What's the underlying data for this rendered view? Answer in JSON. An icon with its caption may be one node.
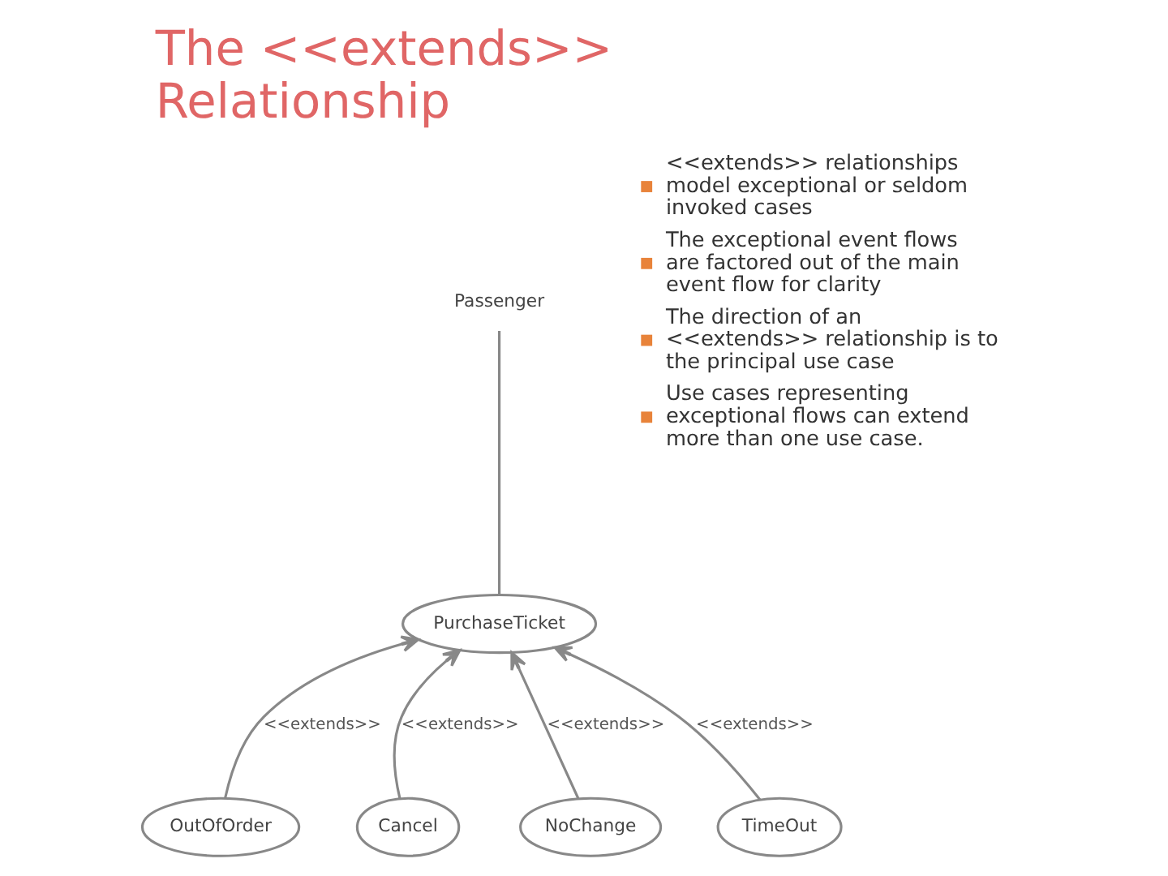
{
  "diagram": {
    "title": "The <<extends>> Relationship",
    "nodes": [
      {
        "text": [
          "Passenger"
        ]
      },
      {
        "text": [
          "PurchaseTicket"
        ]
      },
      {
        "text": [
          "OutOfOrder"
        ]
      },
      {
        "text": [
          "Cancel"
        ]
      },
      {
        "text": [
          "NoChange"
        ]
      },
      {
        "text": [
          "TimeOut"
        ]
      }
    ],
    "edges": [
      {
        "from": 1,
        "to": 0,
        "arrow": "none"
      },
      {
        "from": 2,
        "to": 1,
        "arrow": "to",
        "label": "<<extends>>"
      },
      {
        "from": 3,
        "to": 1,
        "arrow": "to",
        "label": "<<extends>>"
      },
      {
        "from": 4,
        "to": 1,
        "arrow": "to",
        "label": "<<extends>>"
      },
      {
        "from": 5,
        "to": 1,
        "arrow": "to",
        "label": "<<extends>>"
      }
    ],
    "labels": [
      "<<extends>> relationships model exceptional or seldom invoked cases",
      "The exceptional event flows are factored out of the main event flow for clarity",
      "The direction of an <<extends>> relationship is to the principal use case",
      "Use cases representing exceptional flows can extend more than one use case."
    ]
  }
}
